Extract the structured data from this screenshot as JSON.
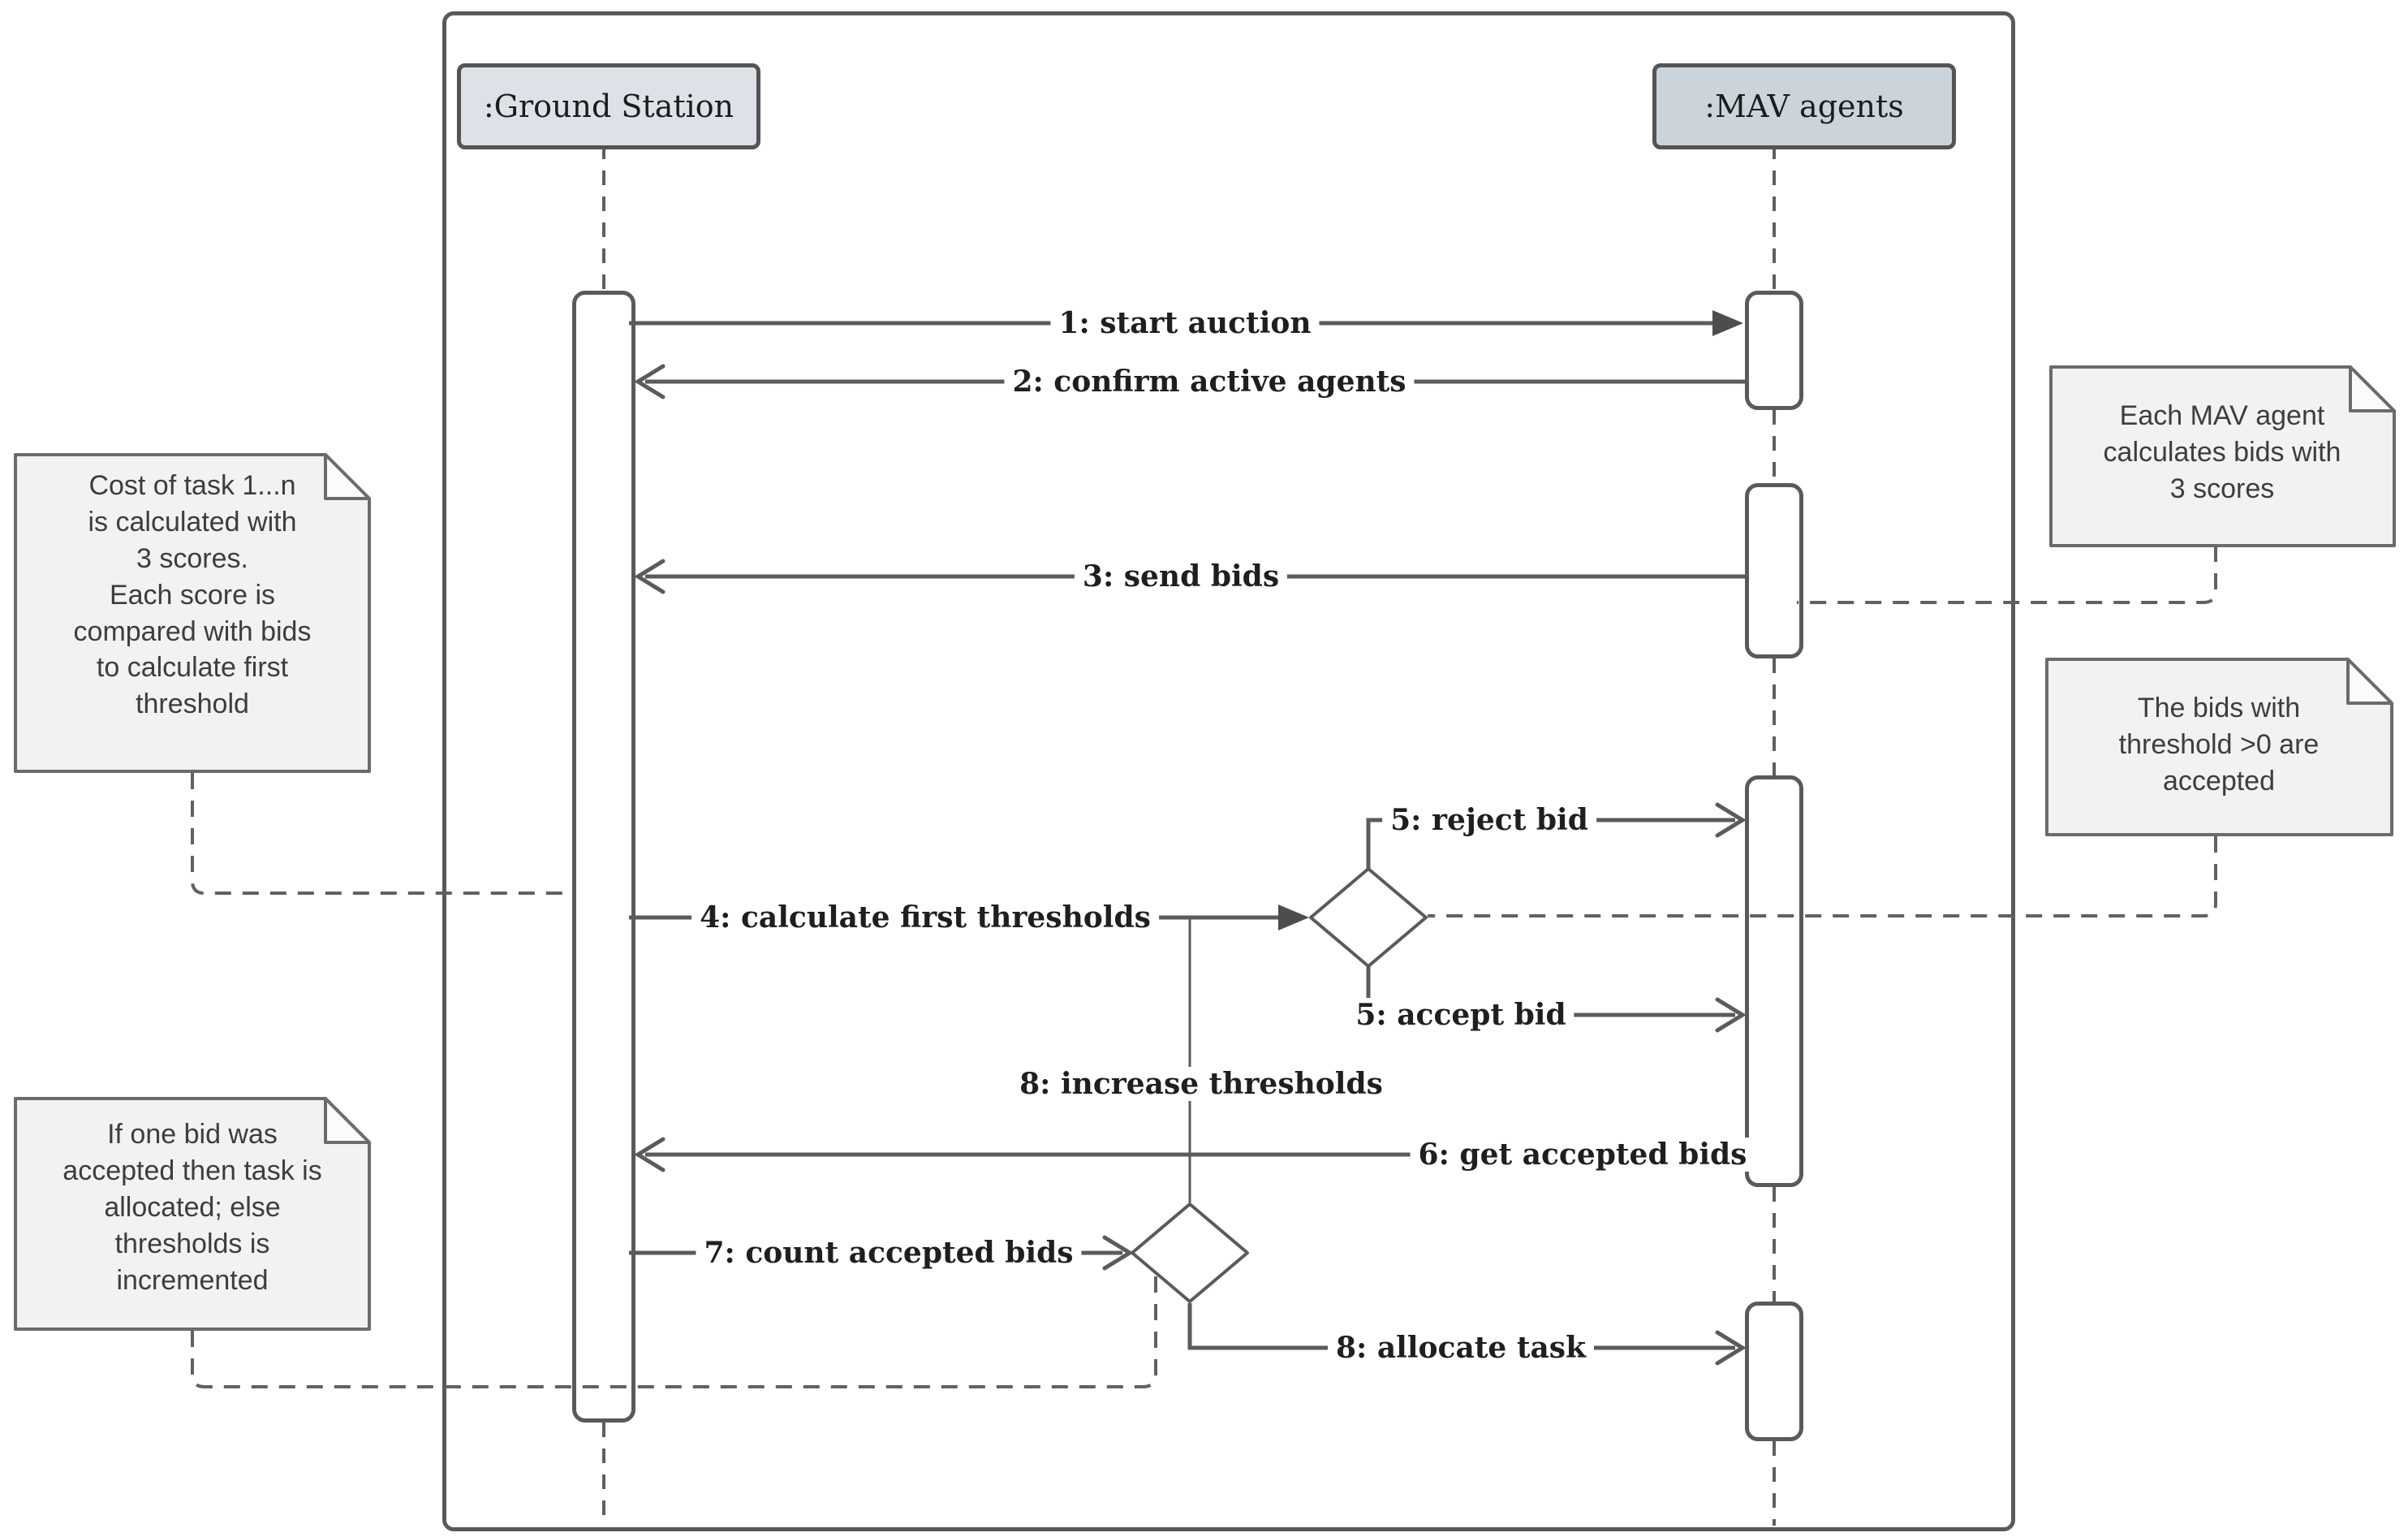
{
  "diagram": {
    "type": "uml-sequence",
    "actors": [
      {
        "label": ":Ground Station"
      },
      {
        "label": ":MAV agents"
      }
    ],
    "messages": [
      {
        "label": "1: start auction"
      },
      {
        "label": "2: confirm active agents"
      },
      {
        "label": "3: send bids"
      },
      {
        "label": "4: calculate first thresholds"
      },
      {
        "label": "5: reject bid"
      },
      {
        "label": "5: accept bid"
      },
      {
        "label": "6: get accepted bids"
      },
      {
        "label": "7: count accepted bids"
      },
      {
        "label": "8: increase thresholds"
      },
      {
        "label": "8: allocate task"
      }
    ],
    "notes": [
      {
        "text": "Cost of task 1...n\nis calculated with\n3 scores.\nEach score is\ncompared with bids\nto calculate first\nthreshold"
      },
      {
        "text": "If one bid was\naccepted then task is\nallocated; else\nthresholds is\nincremented"
      },
      {
        "text": "Each MAV agent\ncalculates bids with\n3 scores"
      },
      {
        "text": "The  bids with\nthreshold >0 are\naccepted"
      }
    ],
    "colors": {
      "line": "#5b5b5b",
      "text": "#1f1f1f",
      "actor_ground_station_fill": "#dde2e8",
      "actor_mav_fill": "#ccd4db",
      "note_fill": "#f1f2f4",
      "note_text": "#3d3d3d",
      "background": "#ffffff"
    }
  }
}
